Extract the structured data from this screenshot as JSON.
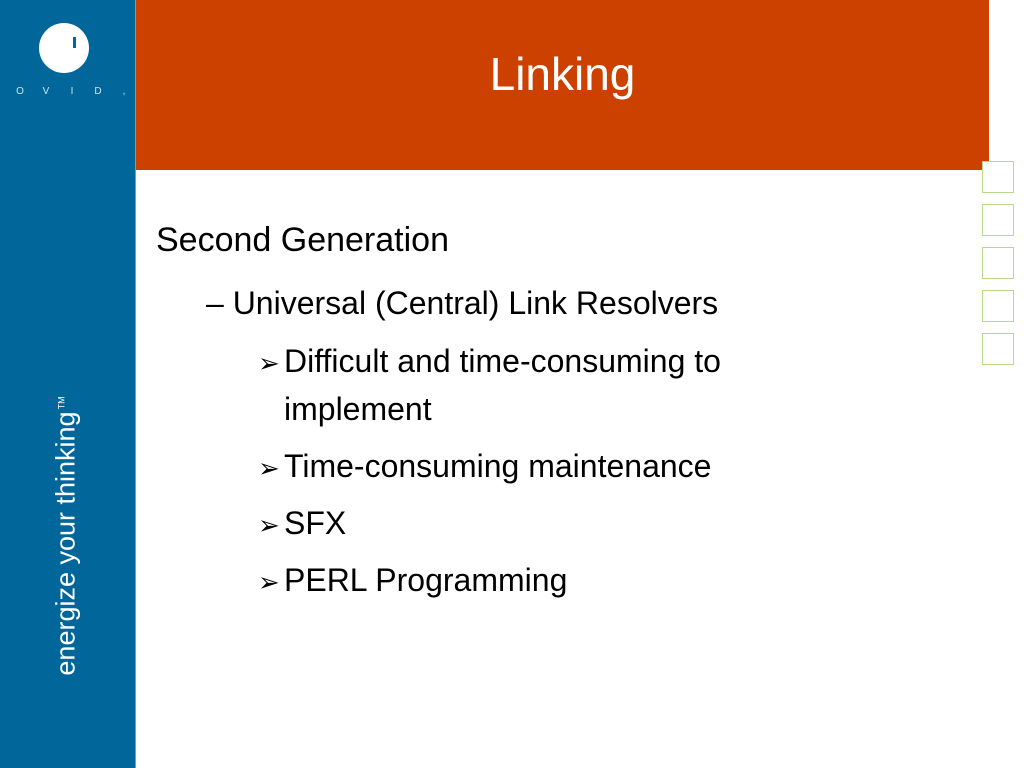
{
  "sidebar": {
    "logo_letters": [
      "O",
      "V",
      "I",
      "D",
      ","
    ],
    "tagline": "energize your thinking",
    "trademark": "TM"
  },
  "slide": {
    "title": "Linking",
    "level1": "Second Generation",
    "level2": "– Universal (Central) Link Resolvers",
    "bullet_glyph": "➢",
    "bullets": [
      {
        "line1": "Difficult and time-consuming to",
        "line2": "implement"
      },
      {
        "line1": "Time-consuming maintenance"
      },
      {
        "line1": "SFX"
      },
      {
        "line1": "PERL Programming"
      }
    ]
  },
  "colors": {
    "sidebar": "#01669a",
    "title_bar": "#cc4000",
    "deco_box_border": "#b8d98c"
  }
}
